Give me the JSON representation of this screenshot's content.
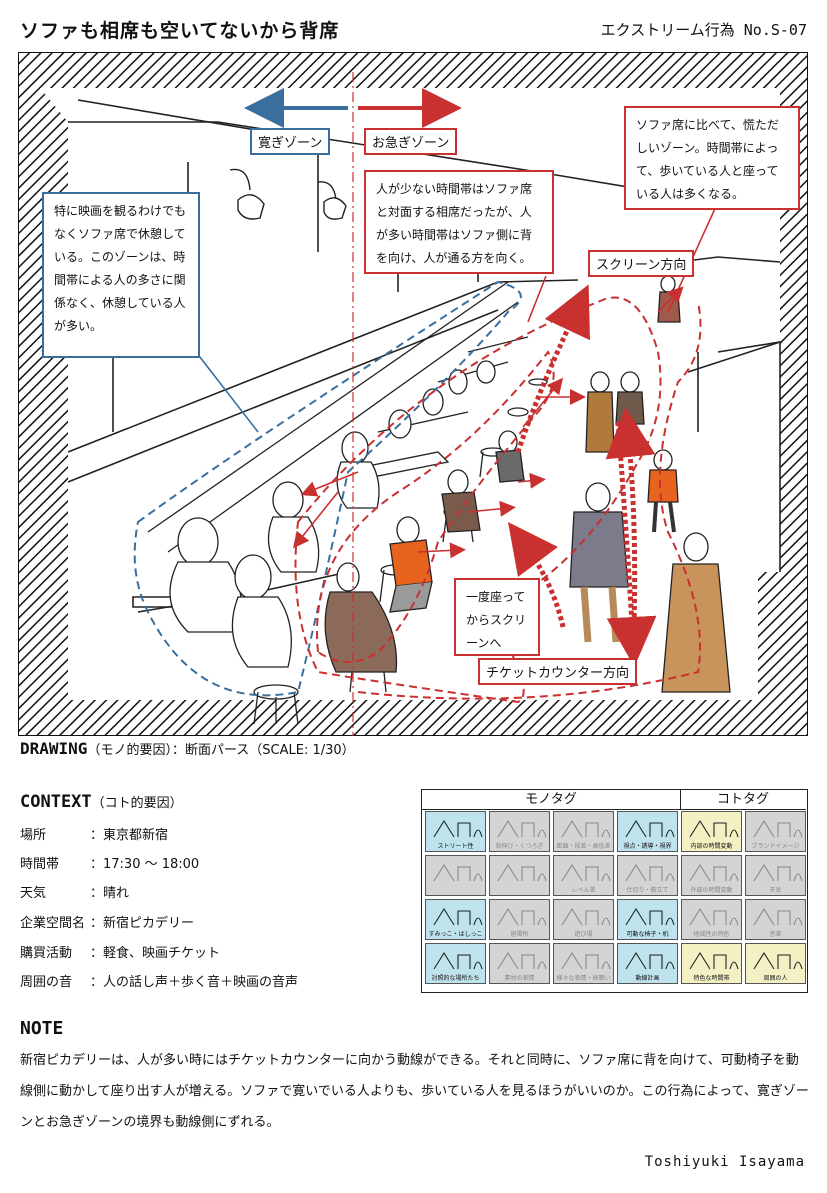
{
  "header": {
    "title": "ソファも相席も空いてないから背席",
    "series": "エクストリーム行為 No.S-07"
  },
  "drawing": {
    "zone_relax": "寛ぎゾーン",
    "zone_hurry": "お急ぎゾーン",
    "label_left": "特に映画を観るわけでもなくソファ席で休憩している。このゾーンは、時間帯による人の多さに関係なく、休憩している人が多い。",
    "label_center": "人が少ない時間帯はソファ席と対面する相席だったが、人が多い時間帯はソファ側に背を向け、人が通る方を向く。",
    "label_right": "ソファ席に比べて、慌ただしいゾーン。時間帯によって、歩いている人と座っている人は多くなる。",
    "label_screen": "スクリーン方向",
    "label_sit": "一度座ってからスクリーンへ",
    "label_ticket": "チケットカウンター方向",
    "colors": {
      "blue": "#3a6e9e",
      "red": "#c93030"
    }
  },
  "caption": {
    "main": "DRAWING",
    "sub": "（モノ的要因）：断面パース（SCALE: 1/30）"
  },
  "context": {
    "heading": "CONTEXT",
    "sub": "（コト的要因）",
    "rows": [
      {
        "k": "場所",
        "v": "：東京都新宿"
      },
      {
        "k": "時間帯",
        "v": "：17:30 ～ 18:00"
      },
      {
        "k": "天気",
        "v": "：晴れ"
      },
      {
        "k": "企業空間名",
        "v": "：新宿ピカデリー"
      },
      {
        "k": "購買活動",
        "v": "：軽食、映画チケット"
      },
      {
        "k": "周囲の音",
        "v": "：人の話し声＋歩く音＋映画の音声"
      }
    ]
  },
  "tags": {
    "mono_title": "モノタグ",
    "koto_title": "コトタグ",
    "colors": {
      "mono": "#bfe3ec",
      "koto": "#f3f0c4",
      "dim": "#d4d4d4"
    },
    "cells": [
      [
        "ストリート性",
        "背伸び・くつろぎ",
        "距離・段差・高低差",
        "視点・誘導・視界",
        "内部の時間変動",
        "ブランドイメージ"
      ],
      [
        "",
        "",
        "レベル差",
        "仕切り・衝立て",
        "外部の時間変動",
        "天気"
      ],
      [
        "すみっこ・はしっこ",
        "居場所",
        "遊び場",
        "可動な椅子・机",
        "地域性の特色",
        "音楽"
      ],
      [
        "対照的な場所たち",
        "素材の表情",
        "様々な表情・振舞い",
        "動線計画",
        "特色な時間帯",
        "周囲の人"
      ]
    ],
    "dim": [
      [
        false,
        true,
        true,
        false,
        false,
        true
      ],
      [
        true,
        true,
        true,
        true,
        true,
        true
      ],
      [
        false,
        true,
        true,
        false,
        true,
        true
      ],
      [
        false,
        true,
        true,
        false,
        false,
        false
      ]
    ]
  },
  "note": {
    "heading": "NOTE",
    "body": "新宿ピカデリーは、人が多い時にはチケットカウンターに向かう動線ができる。それと同時に、ソファ席に背を向けて、可動椅子を動線側に動かして座り出す人が増える。ソファで寛いでいる人よりも、歩いている人を見るほうがいいのか。この行為によって、寛ぎゾーンとお急ぎゾーンの境界も動線側にずれる。"
  },
  "footer": {
    "author": "Toshiyuki Isayama"
  }
}
